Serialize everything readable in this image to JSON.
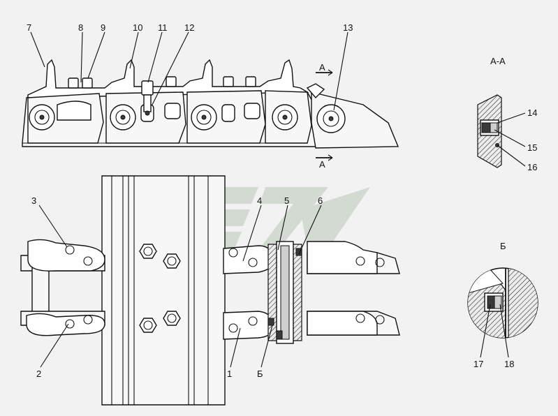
{
  "diagram": {
    "section_aa_title": "А-А",
    "section_b_title": "Б",
    "section_marker_a": "А",
    "section_marker_b": "Б",
    "callouts": [
      "1",
      "2",
      "3",
      "4",
      "5",
      "6",
      "7",
      "8",
      "9",
      "10",
      "11",
      "12",
      "13",
      "14",
      "15",
      "16",
      "17",
      "18"
    ]
  },
  "colors": {
    "background": "#f2f2f2",
    "line": "#111111",
    "watermark": "#b8c7b8"
  }
}
